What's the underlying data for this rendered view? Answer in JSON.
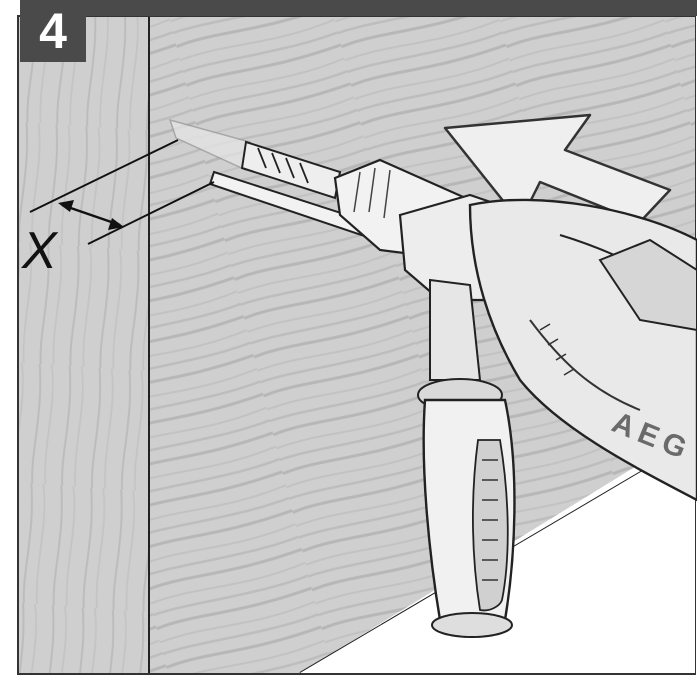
{
  "step": {
    "number": "4"
  },
  "dimension": {
    "label": "X"
  },
  "drill": {
    "brand": "AEG"
  },
  "colors": {
    "badge": "#4a4a4a",
    "wall": "#cfcfcf",
    "wall_grain": "#b9b9b9",
    "floor": "#ffffff",
    "tool_body": "#e9e9e9",
    "tool_dark": "#5a5a5a",
    "arrow": "#efefef"
  },
  "icons": {
    "direction_arrow": "arrow-left-icon",
    "dimension_arrows": "double-arrow-icon"
  }
}
